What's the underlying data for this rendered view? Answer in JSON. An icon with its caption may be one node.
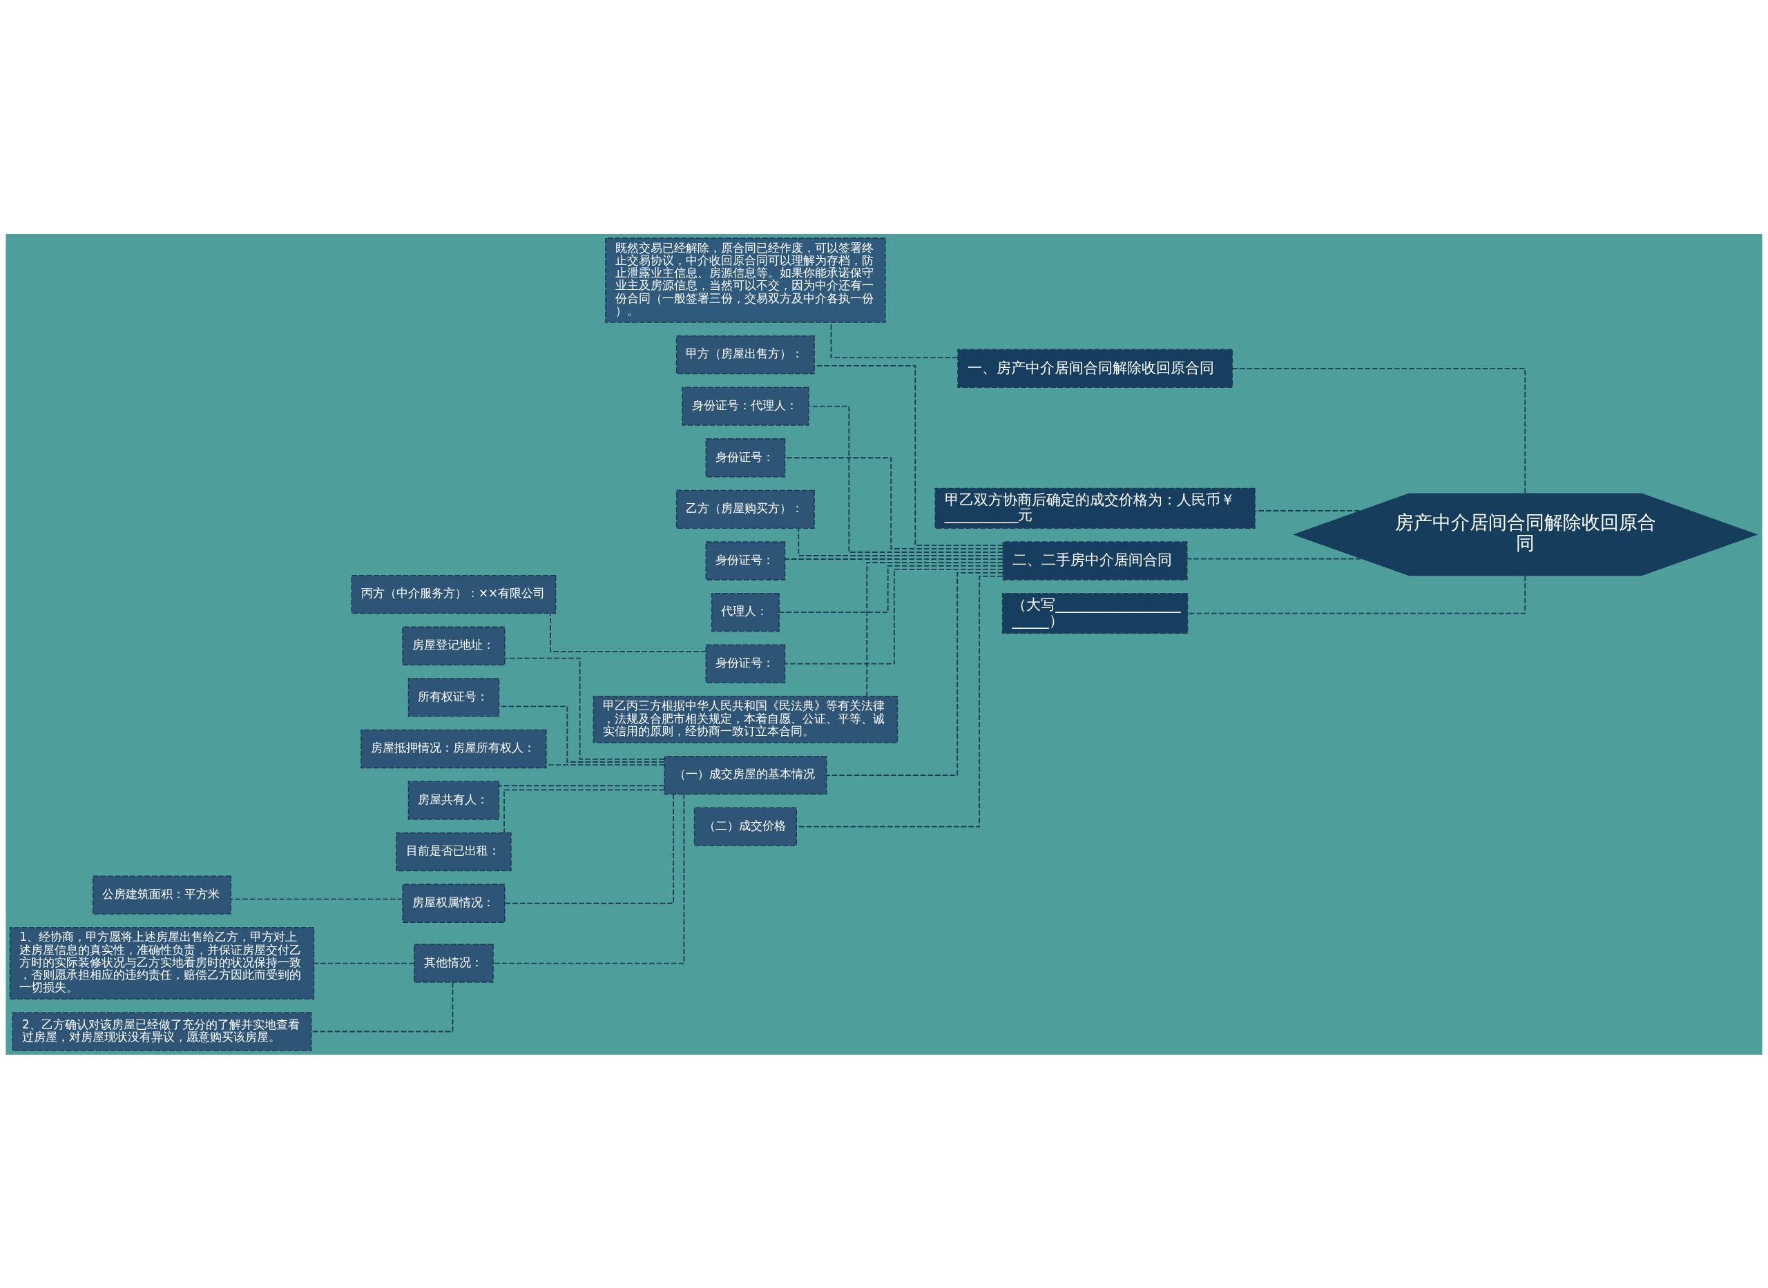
{
  "diagram": {
    "nodes": [
      {
        "text": [
          "房产中介居间合同解除收回原合同"
        ]
      },
      {
        "text": [
          "一、房产中介居间合同解除收回原合同"
        ]
      },
      {
        "text": [
          "既然交易已经解除，原合同已经作废，可以签署终止交易协议，中介收回原合同可以理解为存档，防止泄露业主信息、房源信息等。如果你能承诺保守业主及房源信息，当然可以不交，因为中介还有一份合同（一般签署三份，交易双方及中介各执一份）。"
        ]
      },
      {
        "text": [
          "甲乙双方协商后确定的成交价格为：人民币￥__________元"
        ]
      },
      {
        "text": [
          "二、二手房中介居间合同"
        ]
      },
      {
        "text": [
          "甲方（房屋出售方）："
        ]
      },
      {
        "text": [
          "身份证号：代理人："
        ]
      },
      {
        "text": [
          "身份证号："
        ]
      },
      {
        "text": [
          "乙方（房屋购买方）："
        ]
      },
      {
        "text": [
          "身份证号："
        ]
      },
      {
        "text": [
          "代理人："
        ]
      },
      {
        "text": [
          "身份证号："
        ]
      },
      {
        "text": [
          "丙方（中介服务方）：××有限公司"
        ]
      },
      {
        "text": [
          "甲乙丙三方根据中华人民共和国《民法典》等有关法律，法规及合肥市相关规定，本着自愿、公证、平等、诚实信用的原则，经协商一致订立本合同。"
        ]
      },
      {
        "text": [
          "（一）成交房屋的基本情况"
        ]
      },
      {
        "text": [
          "房屋登记地址："
        ]
      },
      {
        "text": [
          "所有权证号："
        ]
      },
      {
        "text": [
          "房屋抵押情况：房屋所有权人："
        ]
      },
      {
        "text": [
          "房屋共有人："
        ]
      },
      {
        "text": [
          "目前是否已出租："
        ]
      },
      {
        "text": [
          "房屋权属情况："
        ]
      },
      {
        "text": [
          "公房建筑面积：平方米"
        ]
      },
      {
        "text": [
          "其他情况："
        ]
      },
      {
        "text": [
          "1、经协商，甲方愿将上述房屋出售给乙方，甲方对上述房屋信息的真实性，准确性负责，并保证房屋交付乙方时的实际装修状况与乙方实地看房时的状况保持一致，否则愿承担相应的违约责任，赔偿乙方因此而受到的一切损失。"
        ]
      },
      {
        "text": [
          "2、乙方确认对该房屋已经做了充分的了解并实地查看过房屋，对房屋现状没有异议，愿意购买该房屋。"
        ]
      },
      {
        "text": [
          "（二）成交价格"
        ]
      },
      {
        "text": [
          "（大写______________________）"
        ]
      }
    ],
    "edges": [
      {
        "from": 0,
        "to": 1,
        "arrow": "none",
        "style": "dashed"
      },
      {
        "from": 1,
        "to": 2,
        "arrow": "none",
        "style": "dashed"
      },
      {
        "from": 0,
        "to": 3,
        "arrow": "none",
        "style": "dashed"
      },
      {
        "from": 0,
        "to": 4,
        "arrow": "none",
        "style": "dashed"
      },
      {
        "from": 4,
        "to": 5,
        "arrow": "none",
        "style": "dashed"
      },
      {
        "from": 4,
        "to": 6,
        "arrow": "none",
        "style": "dashed"
      },
      {
        "from": 4,
        "to": 7,
        "arrow": "none",
        "style": "dashed"
      },
      {
        "from": 4,
        "to": 8,
        "arrow": "none",
        "style": "dashed"
      },
      {
        "from": 4,
        "to": 9,
        "arrow": "none",
        "style": "dashed"
      },
      {
        "from": 4,
        "to": 10,
        "arrow": "none",
        "style": "dashed"
      },
      {
        "from": 4,
        "to": 11,
        "arrow": "none",
        "style": "dashed"
      },
      {
        "from": 11,
        "to": 12,
        "arrow": "none",
        "style": "dashed"
      },
      {
        "from": 4,
        "to": 13,
        "arrow": "none",
        "style": "dashed"
      },
      {
        "from": 4,
        "to": 14,
        "arrow": "none",
        "style": "dashed"
      },
      {
        "from": 14,
        "to": 15,
        "arrow": "none",
        "style": "dashed"
      },
      {
        "from": 14,
        "to": 16,
        "arrow": "none",
        "style": "dashed"
      },
      {
        "from": 14,
        "to": 17,
        "arrow": "none",
        "style": "dashed"
      },
      {
        "from": 14,
        "to": 18,
        "arrow": "none",
        "style": "dashed"
      },
      {
        "from": 14,
        "to": 19,
        "arrow": "none",
        "style": "dashed"
      },
      {
        "from": 14,
        "to": 20,
        "arrow": "none",
        "style": "dashed"
      },
      {
        "from": 20,
        "to": 21,
        "arrow": "none",
        "style": "dashed"
      },
      {
        "from": 14,
        "to": 22,
        "arrow": "none",
        "style": "dashed"
      },
      {
        "from": 22,
        "to": 23,
        "arrow": "none",
        "style": "dashed"
      },
      {
        "from": 22,
        "to": 24,
        "arrow": "none",
        "style": "dashed"
      },
      {
        "from": 4,
        "to": 25,
        "arrow": "none",
        "style": "dashed"
      },
      {
        "from": 0,
        "to": 26,
        "arrow": "none",
        "style": "dashed"
      }
    ]
  }
}
